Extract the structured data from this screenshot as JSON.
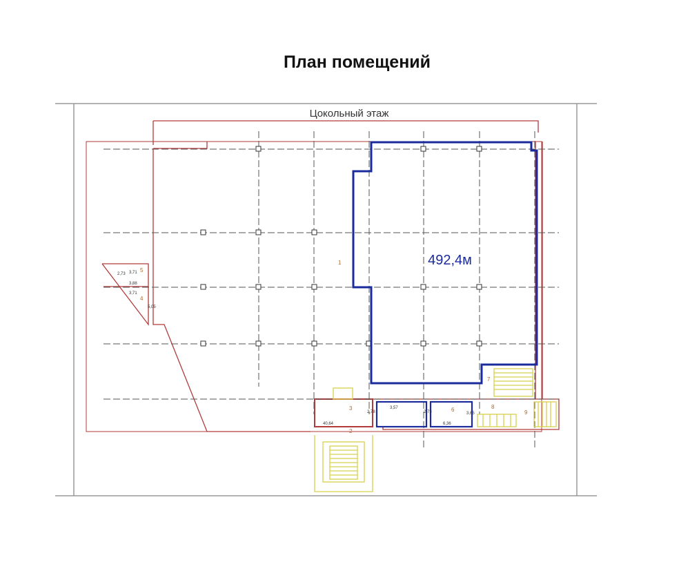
{
  "page": {
    "title": "План помещений"
  },
  "plan": {
    "floor_label": "Цокольный этаж",
    "highlight_area": "492,4м",
    "room_small_labels": [
      "1",
      "2",
      "3",
      "4",
      "5",
      "6",
      "7",
      "8",
      "9"
    ],
    "dimension_labels": [
      "2,73",
      "3,71",
      "3,88",
      "3,71",
      "5,05",
      "40,64",
      "2,78",
      "3,57",
      "2,73",
      "3,65",
      "6,36"
    ]
  },
  "colors": {
    "outline": "#b23a3a",
    "highlight": "#1b2b9c",
    "grid": "#555555",
    "stairs": "#d8d04a",
    "text_small": "#b06a2a"
  }
}
